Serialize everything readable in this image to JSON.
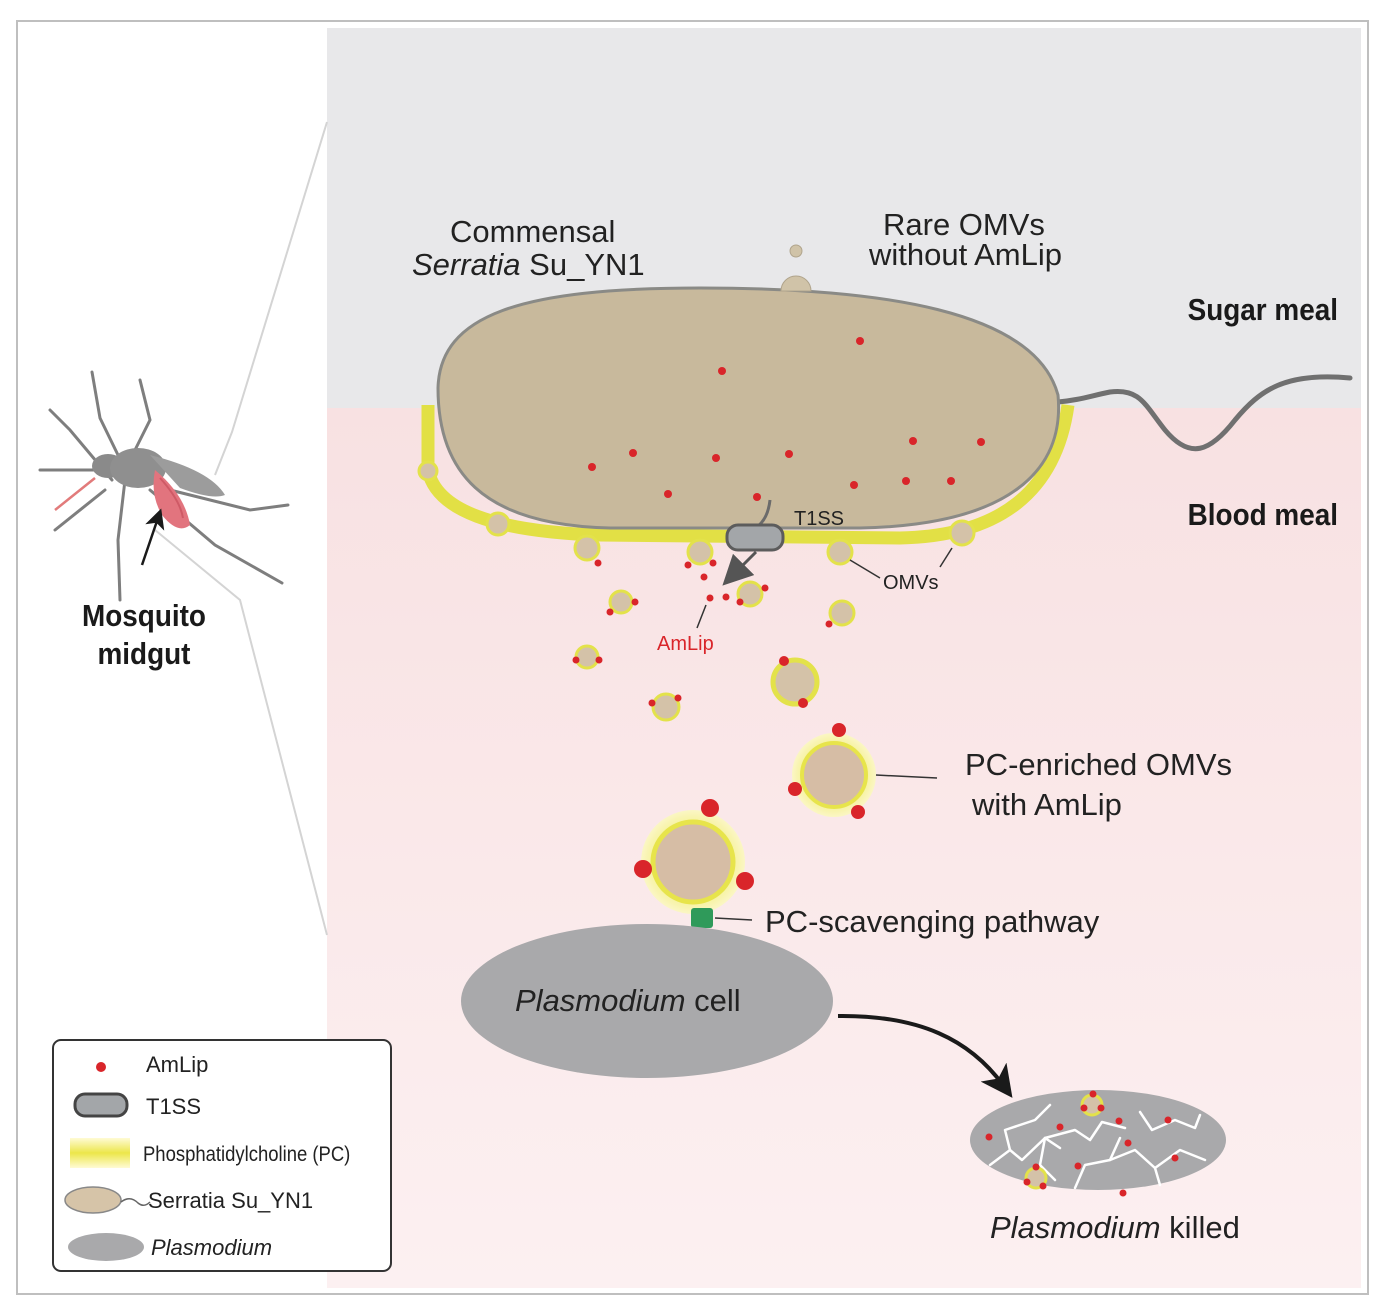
{
  "mosquito": {
    "label_line1": "Mosquito",
    "label_line2": "midgut"
  },
  "zones": {
    "sugar": "Sugar meal",
    "blood": "Blood meal"
  },
  "bacterium": {
    "line1": "Commensal",
    "line2_italic": "Serratia",
    "line2_rest": " Su_YN1"
  },
  "rare_omvs": {
    "line1": "Rare OMVs",
    "line2": "without AmLip"
  },
  "t1ss_label": "T1SS",
  "omvs_label": "OMVs",
  "amlip_label": "AmLip",
  "pc_omvs": {
    "line1": "PC-enriched OMVs",
    "line2": "with AmLip"
  },
  "pathway_label": "PC-scavenging pathway",
  "plasmodium_cell": {
    "italic": "Plasmodium",
    "rest": " cell"
  },
  "plasmodium_killed": {
    "italic": "Plasmodium",
    "rest": " killed"
  },
  "legend": {
    "amlip": "AmLip",
    "t1ss": "T1SS",
    "pc": "Phosphatidylcholine (PC)",
    "serratia": "Serratia Su_YN1",
    "plasmodium": "Plasmodium"
  },
  "colors": {
    "sugar_bg": "#e6e6e8",
    "blood_bg": "#f9e3e4",
    "bacterium_fill": "#c8b99c",
    "pc_yellow": "#e3e24a",
    "amlip_red": "#d9252a",
    "plasmodium_gray": "#a9a9ab",
    "t1ss_gray": "#a3a6a9",
    "pathway_green": "#2f9a5a"
  }
}
